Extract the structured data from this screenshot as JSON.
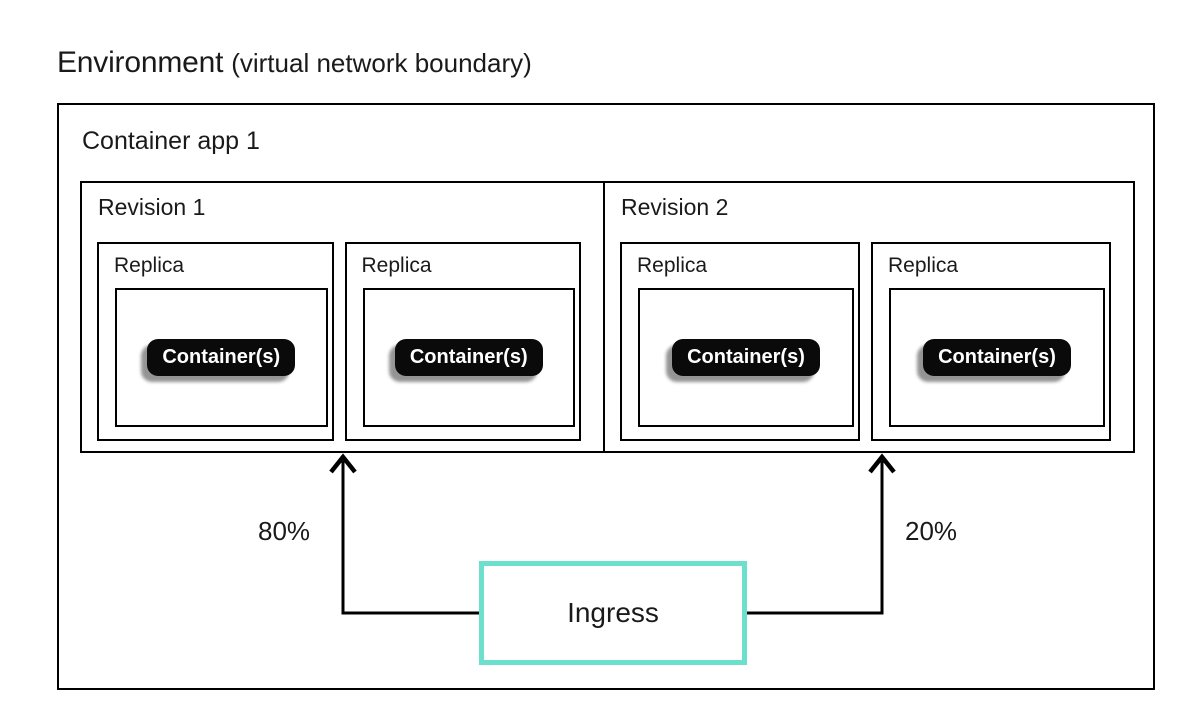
{
  "environment": {
    "title": "Environment",
    "subtitle": "(virtual network boundary)"
  },
  "container_app": {
    "label": "Container app 1",
    "revisions": [
      {
        "label": "Revision 1",
        "replicas": [
          {
            "label": "Replica",
            "badge": "Container(s)"
          },
          {
            "label": "Replica",
            "badge": "Container(s)"
          }
        ]
      },
      {
        "label": "Revision 2",
        "replicas": [
          {
            "label": "Replica",
            "badge": "Container(s)"
          },
          {
            "label": "Replica",
            "badge": "Container(s)"
          }
        ]
      }
    ]
  },
  "traffic": [
    {
      "percent": "80%",
      "target": "Revision 1"
    },
    {
      "percent": "20%",
      "target": "Revision 2"
    }
  ],
  "ingress": {
    "label": "Ingress"
  },
  "colors": {
    "border": "#000000",
    "text": "#1a1a1a",
    "ingress_accent": "#6CE0CD",
    "badge_bg": "#0a0a0a",
    "badge_text": "#ffffff"
  }
}
